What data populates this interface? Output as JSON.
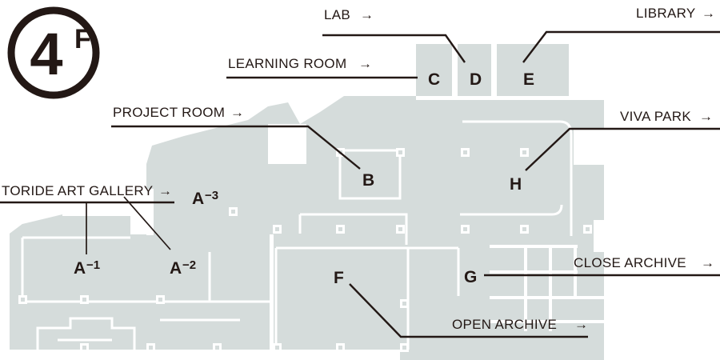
{
  "floor_badge": {
    "number": "4",
    "suffix": "F"
  },
  "callouts": [
    {
      "id": "lab",
      "label": "LAB",
      "arrow": "→"
    },
    {
      "id": "library",
      "label": "LIBRARY",
      "arrow": "→"
    },
    {
      "id": "learning-room",
      "label": "LEARNING ROOM",
      "arrow": "→"
    },
    {
      "id": "project-room",
      "label": "PROJECT ROOM",
      "arrow": "→"
    },
    {
      "id": "viva-park",
      "label": "VIVA PARK",
      "arrow": "→"
    },
    {
      "id": "toride-gallery",
      "label": "TORIDE ART GALLERY",
      "arrow": "→"
    },
    {
      "id": "close-archive",
      "label": "CLOSE ARCHIVE",
      "arrow": "→"
    },
    {
      "id": "open-archive",
      "label": "OPEN ARCHIVE",
      "arrow": "→"
    }
  ],
  "rooms": [
    {
      "id": "a1",
      "code": "A",
      "sub": "−1"
    },
    {
      "id": "a2",
      "code": "A",
      "sub": "−2"
    },
    {
      "id": "a3",
      "code": "A",
      "sub": "−3"
    },
    {
      "id": "b",
      "code": "B",
      "sub": ""
    },
    {
      "id": "c",
      "code": "C",
      "sub": ""
    },
    {
      "id": "d",
      "code": "D",
      "sub": ""
    },
    {
      "id": "e",
      "code": "E",
      "sub": ""
    },
    {
      "id": "f",
      "code": "F",
      "sub": ""
    },
    {
      "id": "g",
      "code": "G",
      "sub": ""
    },
    {
      "id": "h",
      "code": "H",
      "sub": ""
    }
  ],
  "colors": {
    "ink": "#231815",
    "plan_fill": "#d5dcdb",
    "background": "#ffffff"
  }
}
